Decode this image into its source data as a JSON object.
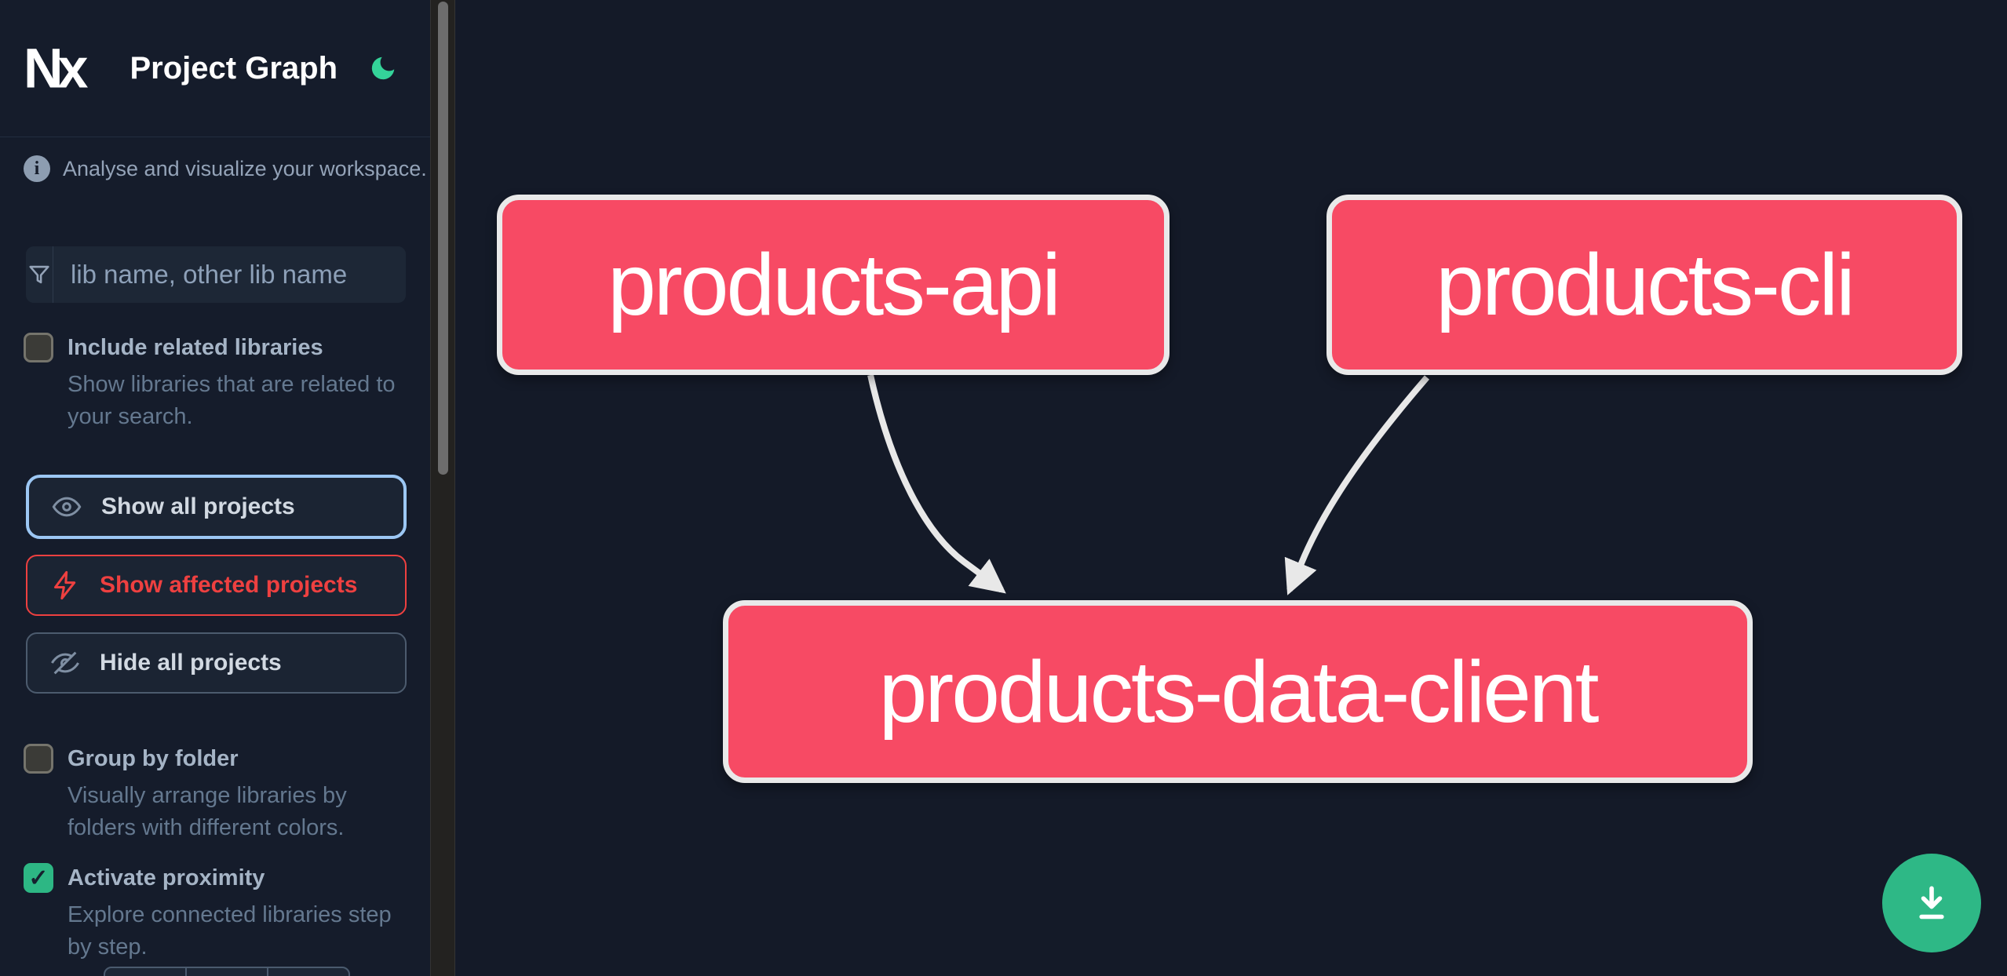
{
  "header": {
    "logo_text": "Nx",
    "title": "Project Graph",
    "theme_toggle_icon": "moon-icon",
    "moon_color": "#34d399"
  },
  "sidebar": {
    "tagline": "Analyse and visualize your workspace.",
    "search": {
      "icon": "filter-funnel-icon",
      "placeholder": "lib name, other lib name",
      "value": ""
    },
    "options": [
      {
        "label": "Include related libraries",
        "description": "Show libraries that are related to your search.",
        "checked": false
      },
      {
        "label": "Group by folder",
        "description": "Visually arrange libraries by folders with different colors.",
        "checked": false
      },
      {
        "label": "Activate proximity",
        "description": "Explore connected libraries step by step.",
        "checked": true
      }
    ],
    "actions": [
      {
        "label": "Show all projects",
        "icon": "eye-icon",
        "state": "selected",
        "accent": "#9cc7f4"
      },
      {
        "label": "Show affected projects",
        "icon": "lightning-bolt-icon",
        "state": "default",
        "accent": "#ee4040"
      },
      {
        "label": "Hide all projects",
        "icon": "eye-off-icon",
        "state": "default",
        "accent": "#4c5b6e"
      }
    ]
  },
  "graph": {
    "nodes": [
      {
        "id": "products-api",
        "label": "products-api"
      },
      {
        "id": "products-cli",
        "label": "products-cli"
      },
      {
        "id": "products-data-client",
        "label": "products-data-client"
      }
    ],
    "edges": [
      {
        "source": "products-api",
        "target": "products-data-client"
      },
      {
        "source": "products-cli",
        "target": "products-data-client"
      }
    ],
    "node_color": "#f74a64",
    "node_border_color": "#e9e9e9",
    "edge_color": "#e8e8e8"
  },
  "fab": {
    "icon": "download-icon",
    "color": "#2eb886"
  }
}
